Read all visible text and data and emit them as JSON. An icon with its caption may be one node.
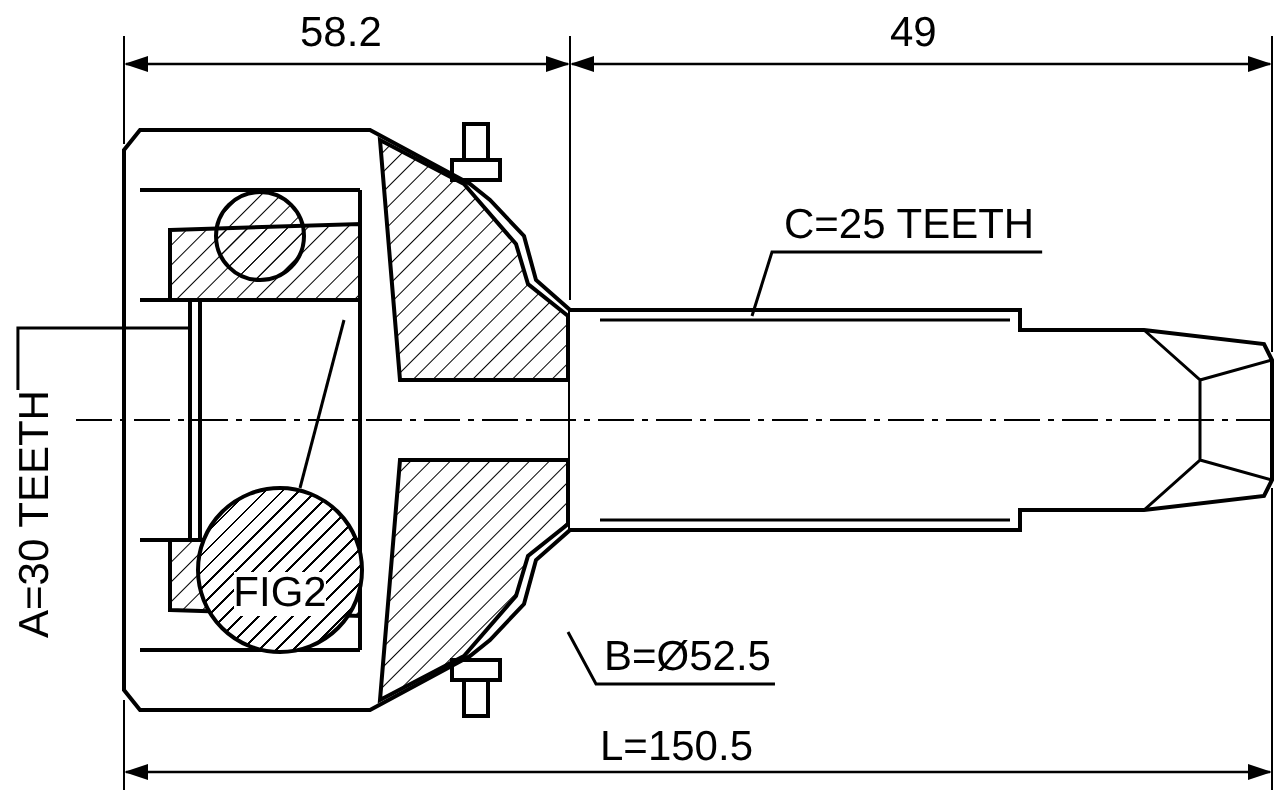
{
  "diagram": {
    "nodes": [
      {
        "text": [
          "C=25 TEETH"
        ]
      },
      {
        "text": [
          "B=Ø52.5"
        ]
      },
      {
        "text": [
          "A=30 TEETH"
        ]
      },
      {
        "text": [
          "FIG2"
        ]
      }
    ],
    "edges": [
      {
        "from": 0,
        "to": null,
        "arrow": "none"
      },
      {
        "from": 1,
        "to": null,
        "arrow": "none"
      },
      {
        "from": 2,
        "to": null,
        "arrow": "none"
      },
      {
        "from": 3,
        "to": null,
        "arrow": "none"
      }
    ],
    "labels": [
      "58.2",
      "49",
      "L=150.5"
    ]
  }
}
